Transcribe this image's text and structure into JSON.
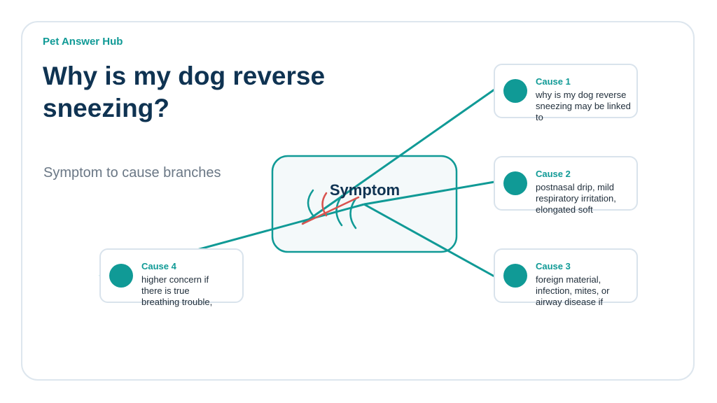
{
  "brand": "Pet Answer Hub",
  "title": "Why is my dog reverse sneezing?",
  "subtitle": "Symptom to cause branches",
  "center": {
    "label": "Symptom",
    "icon": "reverse-sneeze-waves-icon"
  },
  "causes": [
    {
      "title": "Cause 1",
      "text": "why is my dog reverse sneezing may be linked to"
    },
    {
      "title": "Cause 2",
      "text": "postnasal drip, mild respiratory irritation, elongated soft"
    },
    {
      "title": "Cause 3",
      "text": "foreign material, infection, mites, or airway disease if"
    },
    {
      "title": "Cause 4",
      "text": "higher concern if there is true breathing trouble,"
    }
  ],
  "colors": {
    "accent": "#109a96",
    "title": "#0f3352",
    "alert": "#d9534f",
    "border": "#dde6ee"
  }
}
